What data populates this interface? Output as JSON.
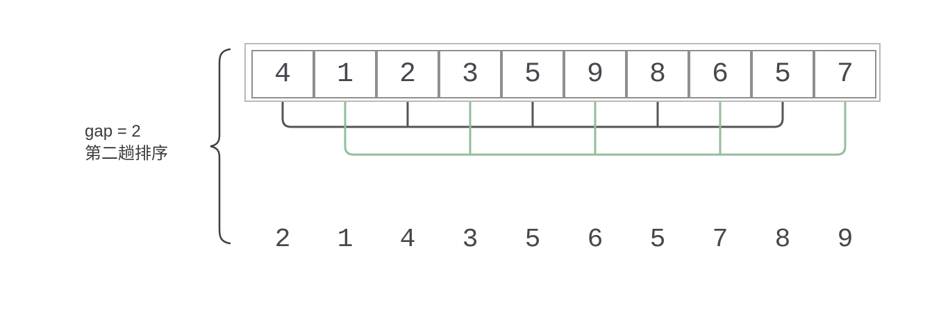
{
  "diagram": {
    "label": {
      "line1": "gap = 2",
      "line2": "第二趟排序"
    },
    "top_row": {
      "values": [
        "4",
        "1",
        "2",
        "3",
        "5",
        "9",
        "8",
        "6",
        "5",
        "7"
      ]
    },
    "result_row": {
      "values": [
        "2",
        "1",
        "4",
        "3",
        "5",
        "6",
        "5",
        "7",
        "8",
        "9"
      ]
    },
    "groups": [
      {
        "name": "dark-bracket-subsequence",
        "indices": [
          0,
          2,
          4,
          6,
          8
        ],
        "values": [
          "4",
          "2",
          "5",
          "8",
          "5"
        ],
        "color": "#545454"
      },
      {
        "name": "green-bracket-subsequence",
        "indices": [
          1,
          3,
          5,
          7,
          9
        ],
        "values": [
          "1",
          "3",
          "9",
          "6",
          "7"
        ],
        "color": "#94bd9b"
      }
    ],
    "colors": {
      "outer_border": "#b9b9b9",
      "box_border": "#8f8f8f",
      "digit": "#45484d",
      "label": "#3c3c3c",
      "brace": "#3f3f3f",
      "dark_line": "#545454",
      "green_line": "#94bd9b"
    }
  }
}
